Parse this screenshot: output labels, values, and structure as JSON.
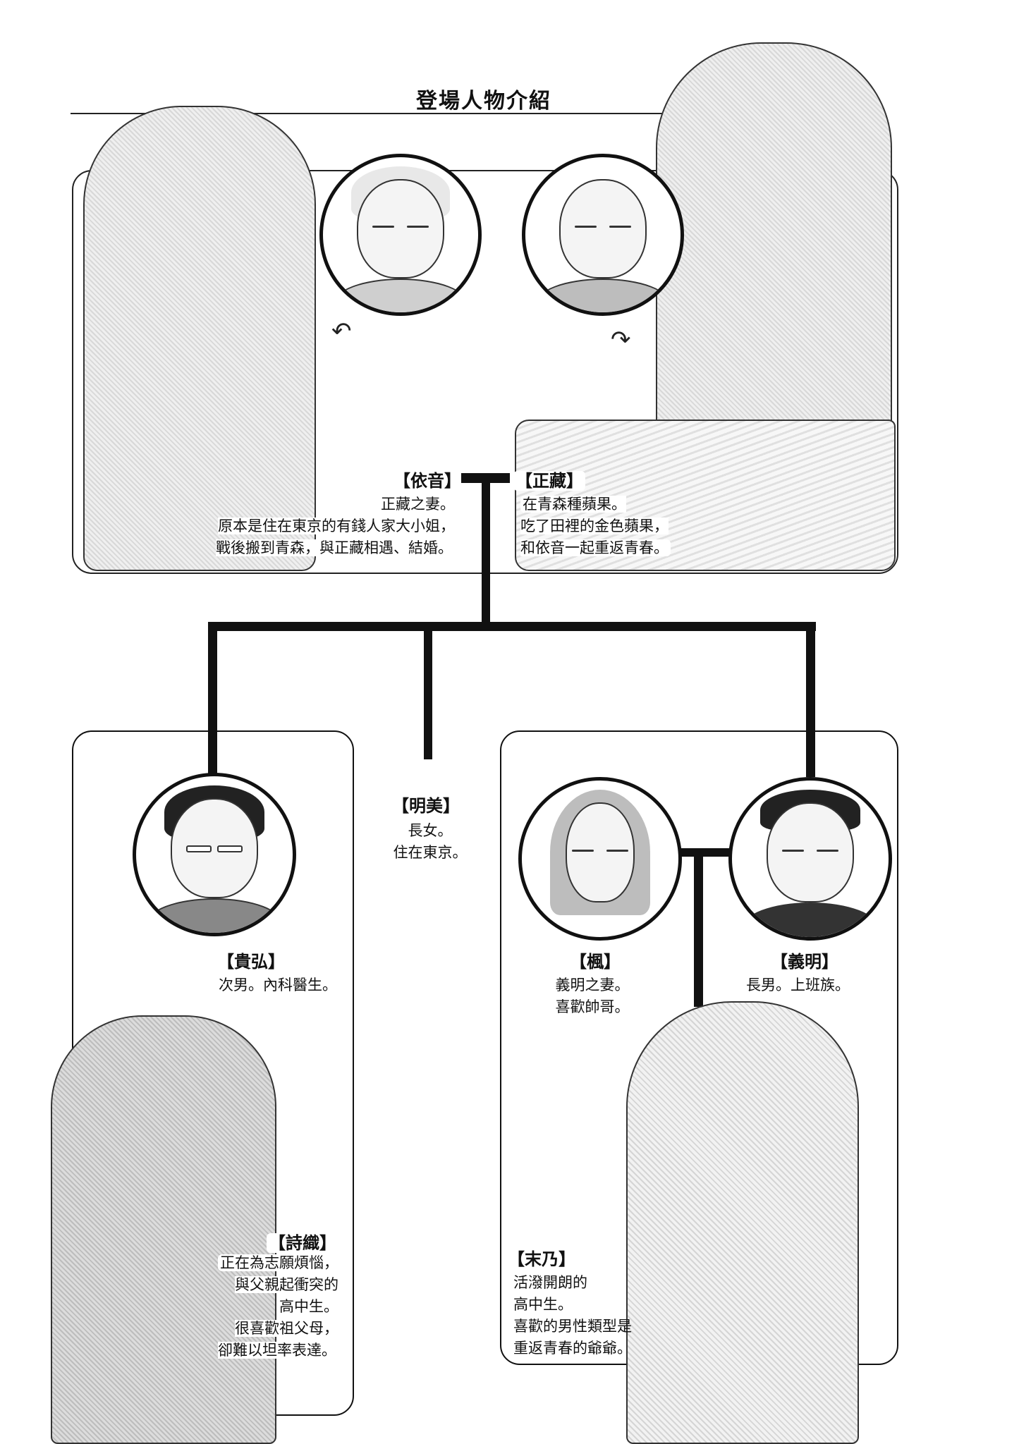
{
  "page": {
    "title": "登場人物介紹"
  },
  "characters": {
    "yorine": {
      "name": "【依音】",
      "lines": [
        "正藏之妻。",
        "原本是住在東京的有錢人家大小姐，",
        "戰後搬到青森，與正藏相遇、結婚。"
      ],
      "text": "正藏之妻。\n原本是住在東京的有錢人家大小姐，\n戰後搬到青森，與正藏相遇、結婚。"
    },
    "shozo": {
      "name": "【正藏】",
      "lines": [
        "在青森種蘋果。",
        "吃了田裡的金色蘋果，",
        "和依音一起重返青春。"
      ],
      "text": "在青森種蘋果。\n吃了田裡的金色蘋果，\n和依音一起重返青春。"
    },
    "akemi": {
      "name": "【明美】",
      "lines": [
        "長女。",
        "住在東京。"
      ],
      "text": "長女。\n住在東京。"
    },
    "takahiro": {
      "name": "【貴弘】",
      "lines": [
        "次男。內科醫生。"
      ],
      "text": "次男。內科醫生。"
    },
    "kaede": {
      "name": "【楓】",
      "lines": [
        "義明之妻。",
        "喜歡帥哥。"
      ],
      "text": "義明之妻。\n喜歡帥哥。"
    },
    "yoshiaki": {
      "name": "【義明】",
      "lines": [
        "長男。上班族。"
      ],
      "text": "長男。上班族。"
    },
    "shiori": {
      "name": "【詩織】",
      "lines": [
        "正在為志願煩惱，",
        "與父親起衝突的",
        "高中生。",
        "很喜歡祖父母，",
        "卻難以坦率表達。"
      ],
      "text": "正在為志願煩惱，\n與父親起衝突的\n高中生。\n很喜歡祖父母，\n卻難以坦率表達。"
    },
    "matsuno": {
      "name": "【末乃】",
      "lines": [
        "活潑開朗的",
        "高中生。",
        "喜歡的男性類型是",
        "重返青春的爺爺。"
      ],
      "text": "活潑開朗的\n高中生。\n喜歡的男性類型是\n重返青春的爺爺。"
    }
  },
  "colors": {
    "ink": "#111111",
    "paper": "#ffffff",
    "screentone": "#d8d8d8"
  }
}
